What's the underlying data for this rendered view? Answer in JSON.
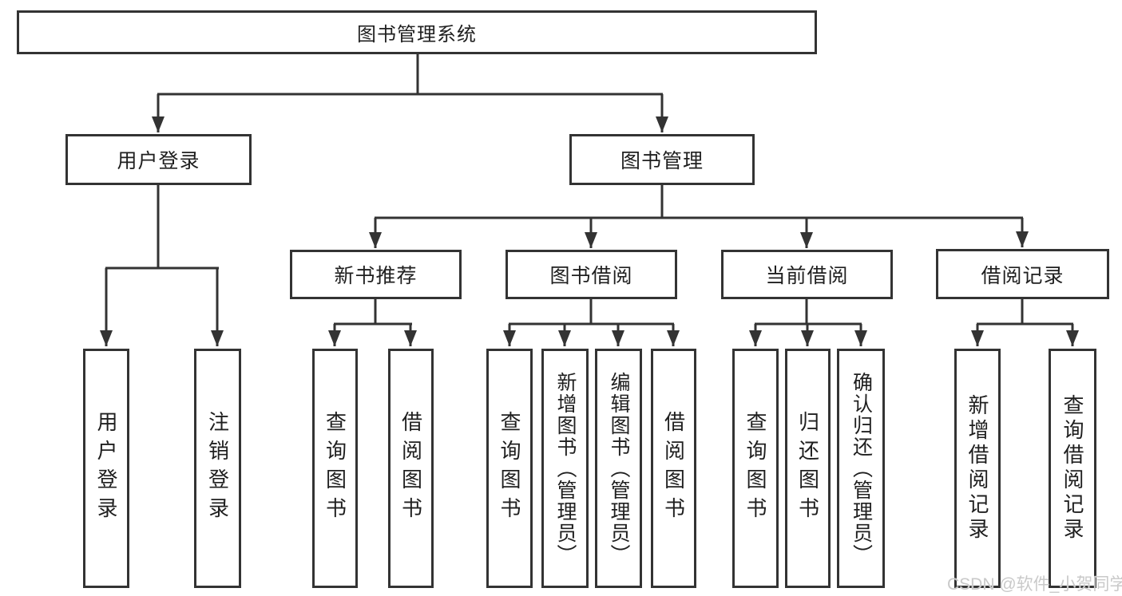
{
  "labels": {
    "root": "图书管理系统",
    "user_login": "用户登录",
    "book_mgmt": "图书管理",
    "new_book_rec": "新书推荐",
    "book_borrow": "图书借阅",
    "current_borrow": "当前借阅",
    "borrow_records": "借阅记录",
    "user_login_leaf": "用户登录",
    "logout_leaf": "注销登录",
    "nb_query": "查询图书",
    "nb_borrow": "借阅图书",
    "bb_query": "查询图书",
    "bb_add": "新增图书（管理员）",
    "bb_edit": "编辑图书（管理员）",
    "bb_borrow": "借阅图书",
    "cb_query": "查询图书",
    "cb_return": "归还图书",
    "cb_confirm": "确认归还（管理员）",
    "br_add": "新增借阅记录",
    "br_query": "查询借阅记录"
  },
  "watermark": "CSDN @软件_小贺同学",
  "colors": {
    "line": "#333333",
    "text": "#1f1f1f",
    "box_bg": "#ffffff",
    "watermark": "#c9c9c9"
  }
}
